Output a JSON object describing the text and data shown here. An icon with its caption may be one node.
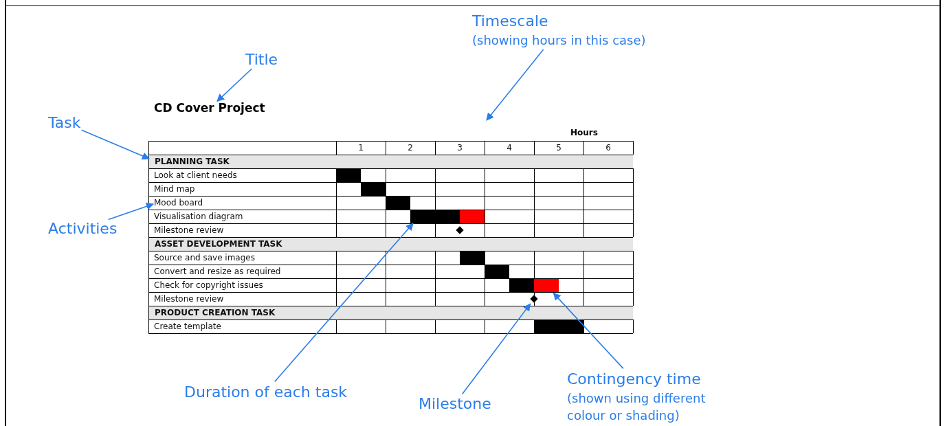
{
  "diagram": {
    "nodes": [
      {
        "text": [
          "Title"
        ]
      },
      {
        "text": [
          "CD Cover Project"
        ]
      },
      {
        "text": [
          "Task"
        ]
      },
      {
        "text": [
          "Activities"
        ]
      },
      {
        "text": [
          "Timescale",
          "(showing hours in this case)"
        ]
      },
      {
        "text": [
          "Duration of each task"
        ]
      },
      {
        "text": [
          "Milestone"
        ]
      },
      {
        "text": [
          "Contingency time",
          "(shown using different colour or shading)"
        ]
      },
      {
        "text": [
          "PLANNING TASK"
        ]
      },
      {
        "text": [
          "Mood board"
        ]
      },
      {
        "text": [
          "ASSET DEVELOPMENT TASK"
        ]
      },
      {
        "text": [
          "PRODUCT CREATION TASK"
        ]
      },
      {
        "text": [],
        "shape": "bar"
      },
      {
        "text": [],
        "shape": "bar"
      },
      {
        "text": [],
        "shape": "bar"
      },
      {
        "text": [],
        "shape": "bar"
      },
      {
        "text": [],
        "shape": "bar"
      },
      {
        "text": [],
        "shape": "diamond"
      },
      {
        "text": [],
        "shape": "bar"
      },
      {
        "text": [],
        "shape": "bar"
      },
      {
        "text": [],
        "shape": "bar"
      },
      {
        "text": [],
        "shape": "bar"
      },
      {
        "text": [],
        "shape": "diamond"
      },
      {
        "text": [],
        "shape": "bar"
      }
    ],
    "edges": [
      {
        "from": 0,
        "to": 1,
        "arrow": "to"
      },
      {
        "from": 2,
        "to": 8,
        "arrow": "to"
      },
      {
        "from": 3,
        "to": 9,
        "arrow": "to"
      },
      {
        "from": 4,
        "to": null,
        "arrow": "to"
      },
      {
        "from": 5,
        "to": 15,
        "arrow": "to"
      },
      {
        "from": 6,
        "to": 22,
        "arrow": "to"
      },
      {
        "from": 7,
        "to": 21,
        "arrow": "to"
      }
    ],
    "labels": [
      "Hours",
      "1",
      "2",
      "3",
      "4",
      "5",
      "6",
      "Look at client needs",
      "Mind map",
      "Visualisation diagram",
      "Milestone review",
      "Source and save images",
      "Convert and resize as required",
      "Check for copyright issues",
      "Milestone review",
      "Create template"
    ]
  }
}
